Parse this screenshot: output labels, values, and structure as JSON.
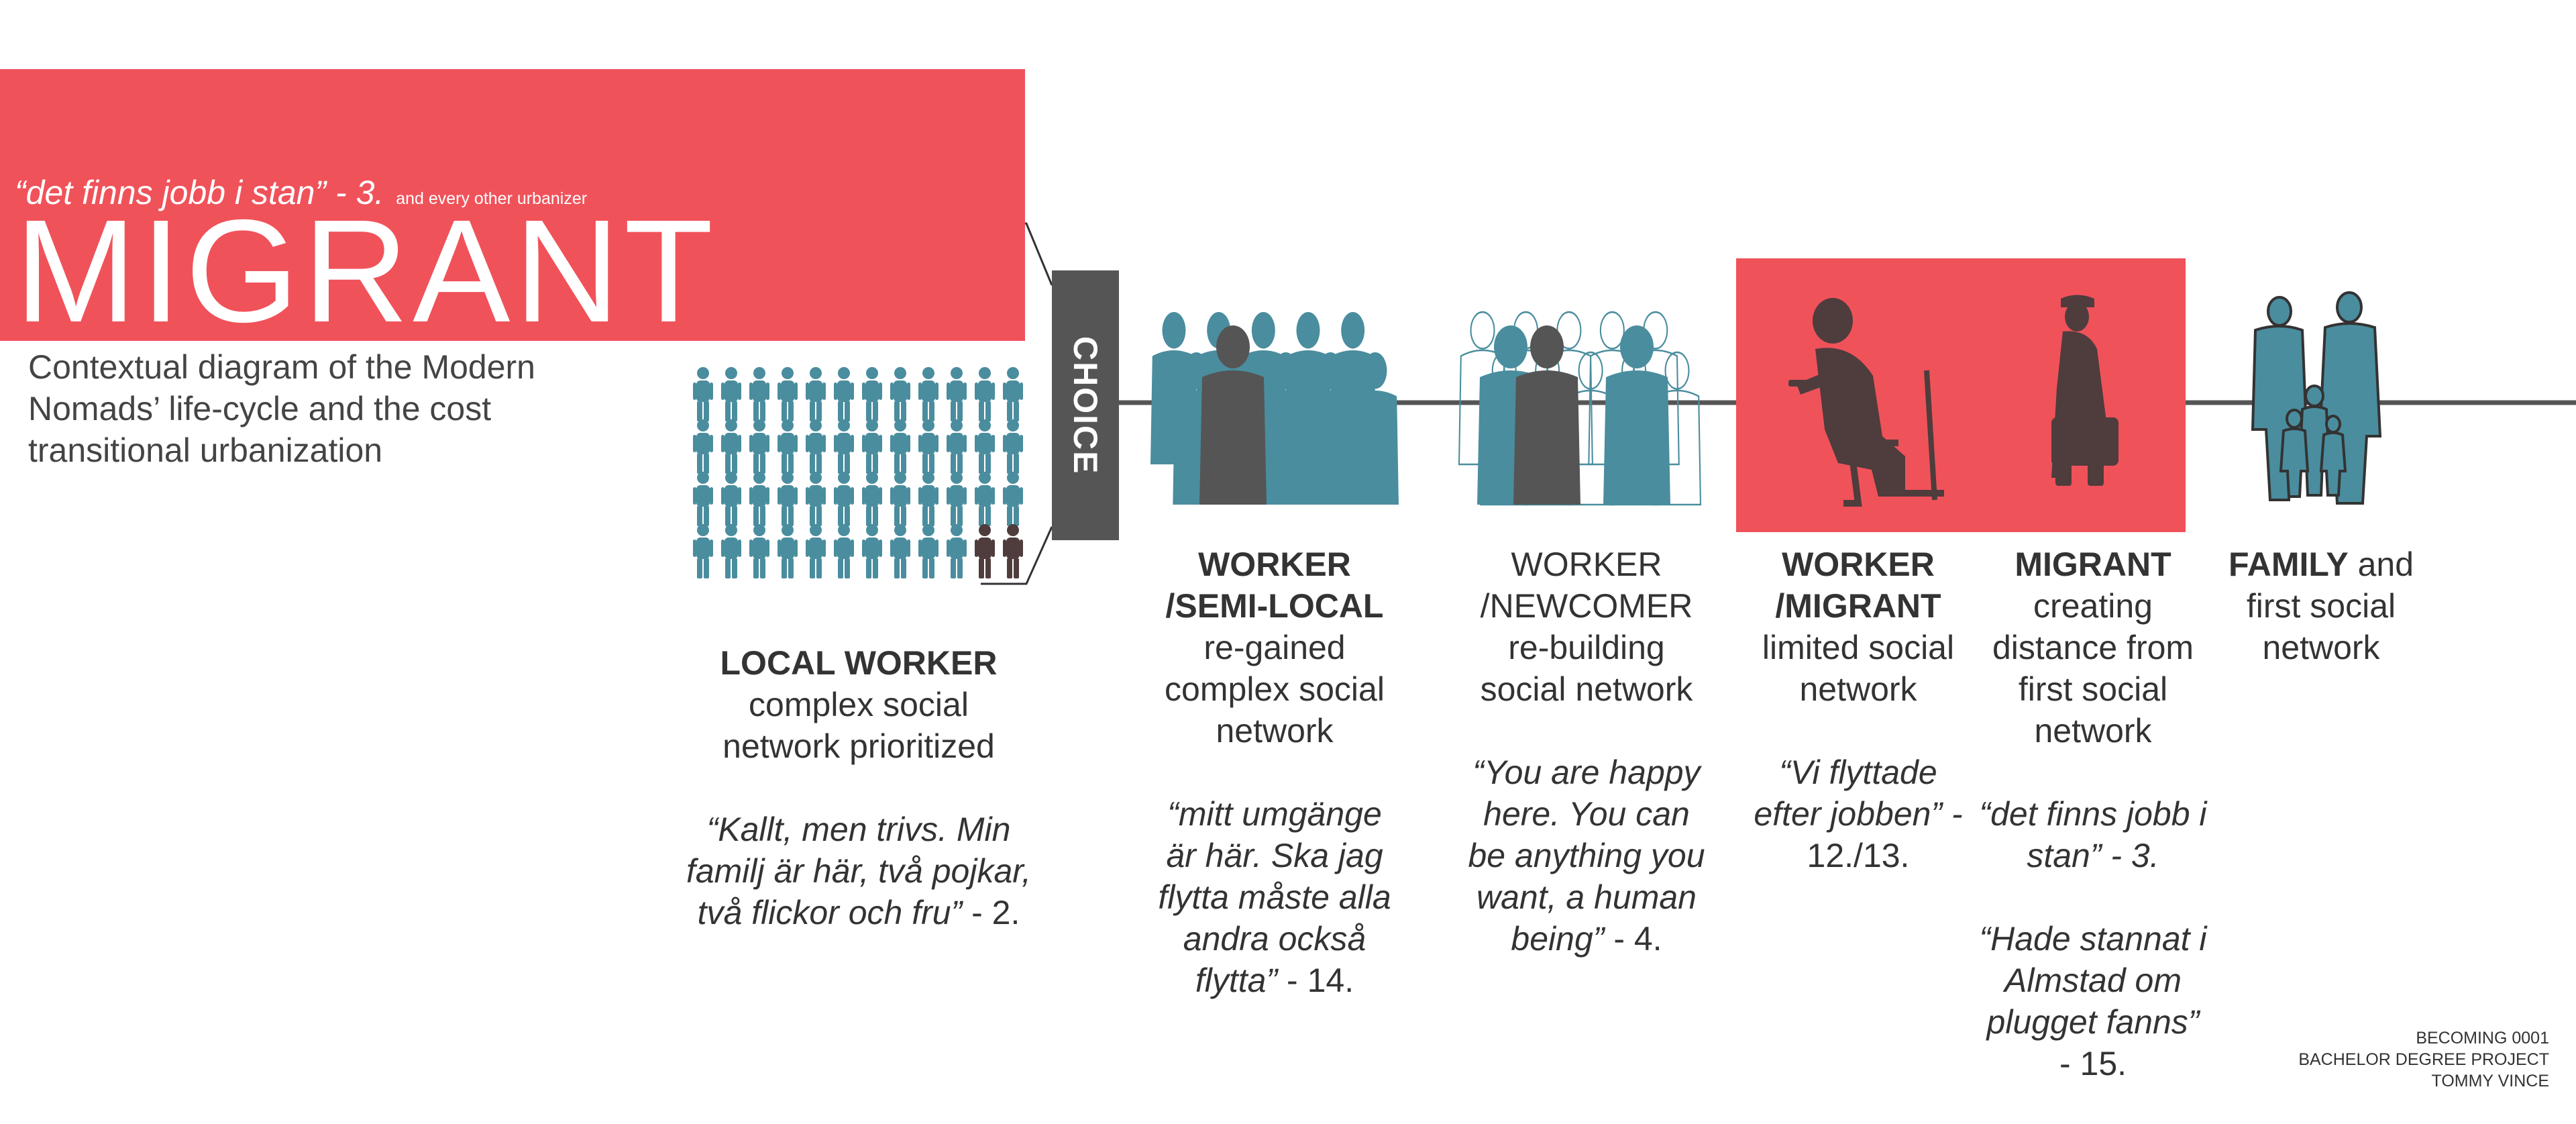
{
  "header": {
    "quote": "“det finns jobb i stan” - 3.",
    "quote_small": "and every other urbanizer",
    "title": "MIGRANT",
    "subtitle": "Contextual diagram of the Modern Nomads’ life-cycle and the cost transitional urbanization"
  },
  "choice_label": "CHOICE",
  "stages": [
    {
      "title": "LOCAL WORKER",
      "desc": [
        "complex social",
        "network prioritized"
      ],
      "quote": [
        "“Kallt, men trivs. Min",
        "familj är här, två pojkar,",
        "två flickor och fru”"
      ],
      "ref": "- 2."
    },
    {
      "title": [
        "WORKER",
        "/SEMI-LOCAL"
      ],
      "desc": [
        "re-gained",
        "complex social",
        "network"
      ],
      "quote": [
        "“mitt umgänge",
        "är här. Ska jag",
        "flytta måste alla",
        "andra också",
        "flytta”"
      ],
      "ref": "- 14."
    },
    {
      "title": [
        "WORKER",
        "/NEWCOMER"
      ],
      "desc": [
        "re-building",
        "social network"
      ],
      "quote": [
        "“You are happy",
        "here. You can",
        "be anything you",
        "want, a human",
        "being”"
      ],
      "ref": "- 4."
    },
    {
      "title": [
        "WORKER",
        "/MIGRANT"
      ],
      "desc": [
        "limited social",
        "network"
      ],
      "quote": [
        "“Vi flyttade",
        "efter jobben” -",
        "12./13."
      ],
      "ref": ""
    },
    {
      "title": "MIGRANT",
      "desc": [
        "creating",
        "distance from",
        "first social",
        "network"
      ],
      "quote": [
        "“det finns jobb i",
        "stan” - 3."
      ],
      "quote2": [
        "“Hade stannat i",
        "Almstad om",
        "plugget fanns”",
        "- 15."
      ],
      "ref": ""
    },
    {
      "title": "FAMILY",
      "title_suffix": "and",
      "desc": [
        "first social",
        "network"
      ]
    }
  ],
  "footer": {
    "lines": [
      "BECOMING 0001",
      "BACHELOR DEGREE PROJECT",
      "TOMMY VINCE"
    ]
  },
  "colors": {
    "accent_red": "#f0525a",
    "teal": "#4a8d9e",
    "dark_figure": "#4f3c3d",
    "gray_figure": "#555555",
    "line": "#555555"
  }
}
